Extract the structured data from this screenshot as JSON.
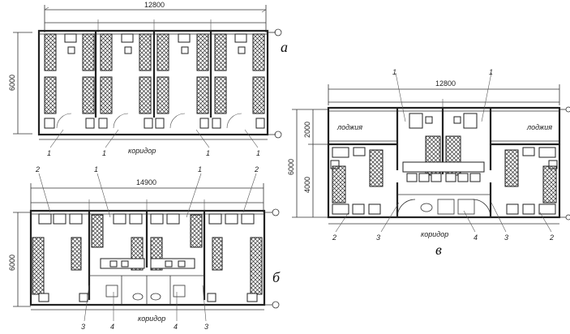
{
  "plans": {
    "a": {
      "letter": "а",
      "width_dim": "12800",
      "height_dim": "6000",
      "corridor": "коридор",
      "callouts": [
        "1",
        "1",
        "1",
        "1"
      ]
    },
    "b": {
      "letter": "б",
      "width_dim": "14900",
      "height_dim": "6000",
      "corridor": "коридор",
      "callouts_top": [
        "2",
        "1",
        "1",
        "2"
      ],
      "callouts_bottom": [
        "3",
        "4",
        "4",
        "3"
      ]
    },
    "v": {
      "letter": "в",
      "width_dim": "12800",
      "height_dim": "6000",
      "height_dim_upper": "2000",
      "height_dim_lower": "4000",
      "loggia_left": "лоджия",
      "loggia_right": "лоджия",
      "corridor": "коридор",
      "callouts_top": [
        "1",
        "1"
      ],
      "callouts_bottom": [
        "2",
        "3",
        "4",
        "3",
        "2"
      ]
    }
  },
  "colors": {
    "ink": "#222222",
    "background": "#ffffff"
  }
}
